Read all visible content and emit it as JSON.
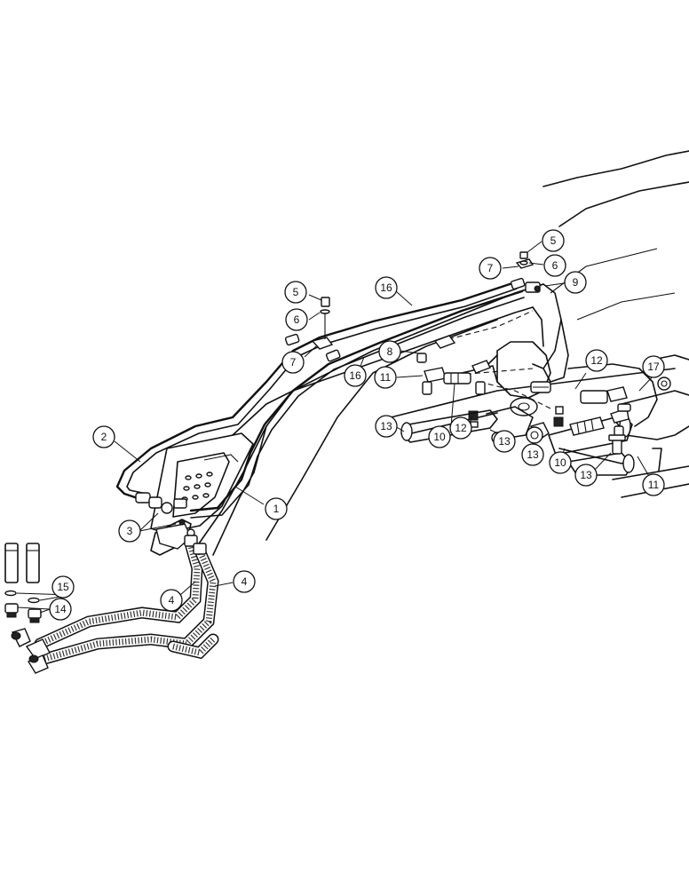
{
  "diagram": {
    "callouts": [
      {
        "id": "c1",
        "label": "1"
      },
      {
        "id": "c2",
        "label": "2"
      },
      {
        "id": "c3",
        "label": "3"
      },
      {
        "id": "c4a",
        "label": "4"
      },
      {
        "id": "c4b",
        "label": "4"
      },
      {
        "id": "c5a",
        "label": "5"
      },
      {
        "id": "c5b",
        "label": "5"
      },
      {
        "id": "c6a",
        "label": "6"
      },
      {
        "id": "c6b",
        "label": "6"
      },
      {
        "id": "c7a",
        "label": "7"
      },
      {
        "id": "c7b",
        "label": "7"
      },
      {
        "id": "c8",
        "label": "8"
      },
      {
        "id": "c9",
        "label": "9"
      },
      {
        "id": "c10a",
        "label": "10"
      },
      {
        "id": "c10b",
        "label": "10"
      },
      {
        "id": "c11a",
        "label": "11"
      },
      {
        "id": "c11b",
        "label": "11"
      },
      {
        "id": "c12a",
        "label": "12"
      },
      {
        "id": "c12b",
        "label": "12"
      },
      {
        "id": "c13a",
        "label": "13"
      },
      {
        "id": "c13b",
        "label": "13"
      },
      {
        "id": "c13c",
        "label": "13"
      },
      {
        "id": "c13d",
        "label": "13"
      },
      {
        "id": "c14",
        "label": "14"
      },
      {
        "id": "c15",
        "label": "15"
      },
      {
        "id": "c16a",
        "label": "16"
      },
      {
        "id": "c16b",
        "label": "16"
      },
      {
        "id": "c17",
        "label": "17"
      }
    ]
  }
}
